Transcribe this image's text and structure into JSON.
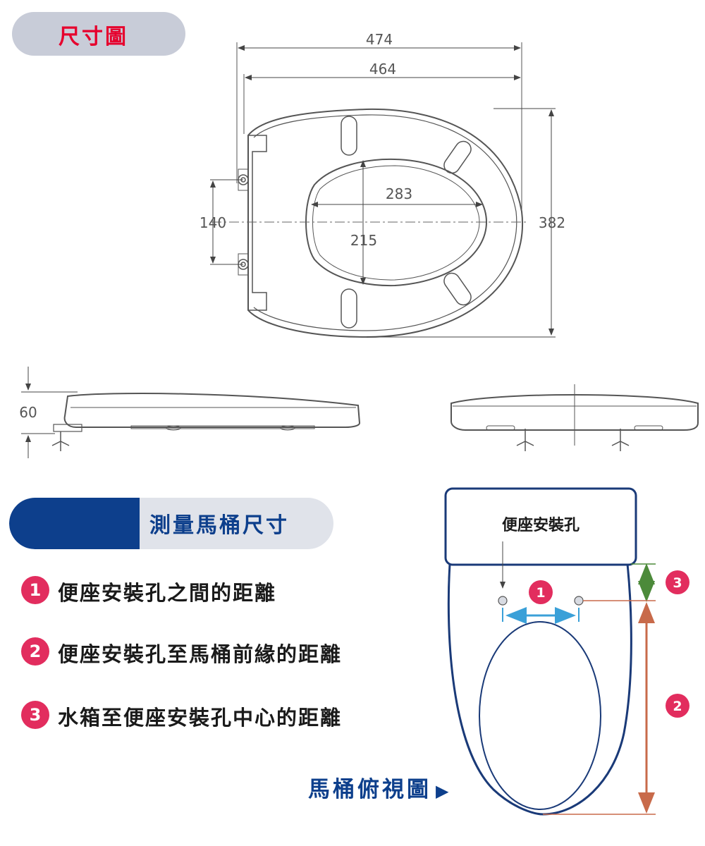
{
  "header": {
    "title": "尺寸圖"
  },
  "dimensions": {
    "width_outer": "474",
    "width_inner": "464",
    "opening_width": "283",
    "opening_depth": "215",
    "hole_spacing": "140",
    "length": "382",
    "height": "60"
  },
  "measure": {
    "title": "測量馬桶尺寸",
    "items": [
      {
        "num": "1",
        "text": "便座安裝孔之間的距離"
      },
      {
        "num": "2",
        "text": "便座安裝孔至馬桶前緣的距離"
      },
      {
        "num": "3",
        "text": "水箱至便座安裝孔中心的距離"
      }
    ]
  },
  "topview": {
    "label": "馬桶俯視圖",
    "arrow": "▶",
    "tank_label": "便座安裝孔",
    "markers": {
      "m1": "1",
      "m2": "2",
      "m3": "3"
    }
  },
  "colors": {
    "title_red": "#e6002d",
    "brand_blue": "#0d3f8c",
    "badge_pink": "#e22d5e",
    "dim_blue": "#3aa0d8",
    "dim_green": "#4c8a3a",
    "dim_orange": "#c86a4a"
  }
}
